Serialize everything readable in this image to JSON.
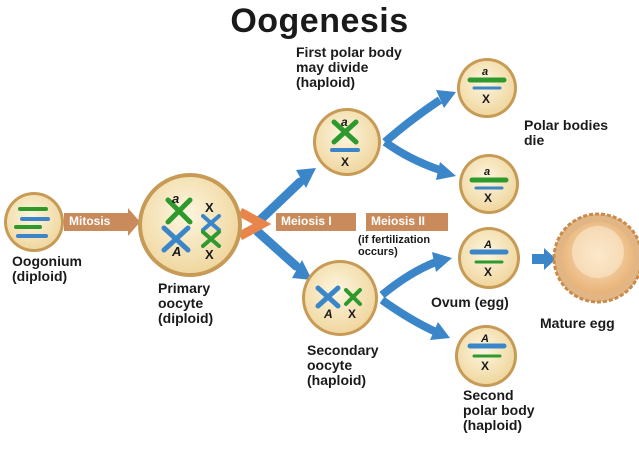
{
  "title": "Oogenesis",
  "labels": {
    "oogonium": "Oogonium\n(diploid)",
    "primary": "Primary\noocyte\n(diploid)",
    "first_polar": "First polar body\nmay divide\n(haploid)",
    "polar_die": "Polar bodies\ndie",
    "secondary": "Secondary\noocyte\n(haploid)",
    "ovum": "Ovum (egg)",
    "mature_egg": "Mature egg",
    "second_polar": "Second\npolar body\n(haploid)",
    "fertilization_note": "(if fertilization\noccurs)"
  },
  "steps": {
    "mitosis": "Mitosis",
    "meiosis1": "Meiosis I",
    "meiosis2": "Meiosis II"
  },
  "chromosome_letters": {
    "a": "a",
    "A": "A",
    "X": "X"
  },
  "colors": {
    "cell_fill": "#f8eac5",
    "cell_border": "#c79a55",
    "nucleus_fill": "#fdf6df",
    "green_chromosome": "#2e9a2e",
    "blue_chromosome": "#3b86c9",
    "arrow_blue": "#3b86c9",
    "arrow_orange": "#e8854a",
    "label_box_tan": "#c98a5c",
    "egg_fill": "#f0c896",
    "egg_border": "#c98a4a"
  }
}
